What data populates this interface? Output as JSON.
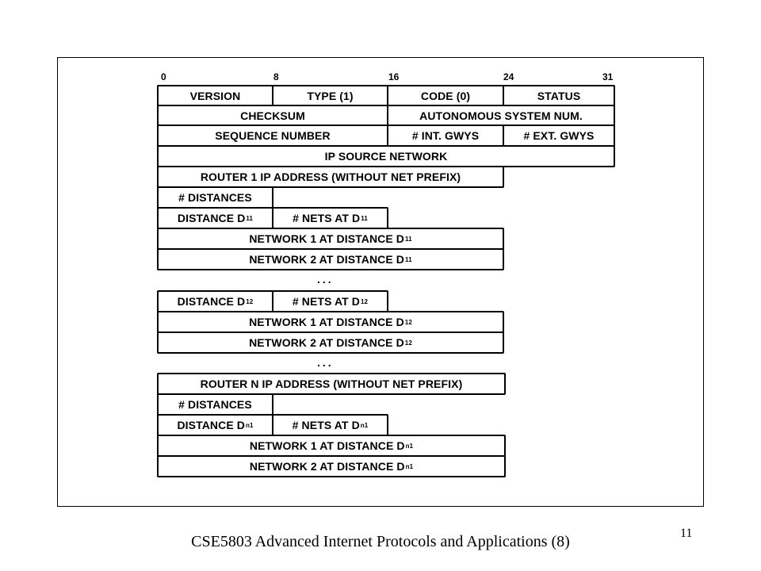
{
  "bit_ticks": [
    "0",
    "8",
    "16",
    "24",
    "31"
  ],
  "fields": {
    "version": "VERSION",
    "type": "TYPE (1)",
    "code": "CODE (0)",
    "status": "STATUS",
    "checksum": "CHECKSUM",
    "as_num": "AUTONOMOUS SYSTEM NUM.",
    "seq": "SEQUENCE NUMBER",
    "int_gwys": "# INT. GWYS",
    "ext_gwys": "# EXT. GWYS",
    "ip_src_net": "IP SOURCE NETWORK",
    "router1": "ROUTER 1 IP ADDRESS (WITHOUT NET PREFIX)",
    "distances": "# DISTANCES",
    "distance": "DISTANCE D",
    "nets_at": "# NETS AT D",
    "net1_at": "NETWORK 1 AT DISTANCE D",
    "net2_at": "NETWORK 2 AT DISTANCE D",
    "routerN": "ROUTER N IP ADDRESS (WITHOUT NET PREFIX)",
    "sub_11": "11",
    "sub_12": "12",
    "sub_n1": "n1"
  },
  "ellipsis": "...",
  "footer": "CSE5803 Advanced Internet Protocols and Applications (8)",
  "page_number": "11"
}
